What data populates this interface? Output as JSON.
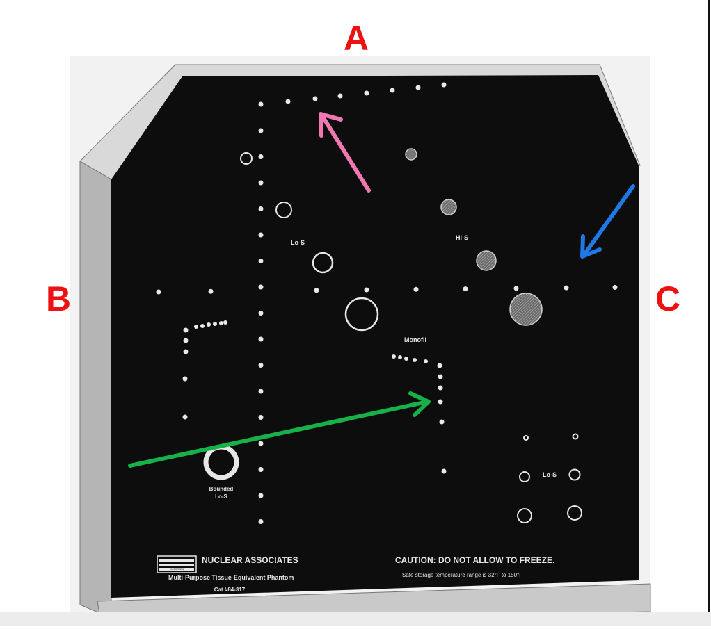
{
  "labels": {
    "a": "A",
    "b": "B",
    "c": "C"
  },
  "phantom": {
    "lo_s": "Lo-S",
    "hi_s": "Hi-S",
    "monofil": "Monofil",
    "bounded_line1": "Bounded",
    "bounded_line2": "Lo-S",
    "lo_s_bottom": "Lo-S",
    "brand": "NUCLEAR ASSOCIATES",
    "product": "Multi-Purpose Tissue-Equivalent Phantom",
    "catalog": "Cat #84-317",
    "caution": "CAUTION: DO NOT ALLOW TO FREEZE.",
    "storage": "Safe storage temperature range is 32°F to 150°F",
    "logo_text": "VICTOREEN"
  },
  "colors": {
    "label_red": "#ee1111",
    "arrow_pink": "#f078b0",
    "arrow_blue": "#1e78e6",
    "arrow_green": "#18b048",
    "panel": "#0d0d0d",
    "frame_light": "#d8d8d8",
    "frame_mid": "#a8a8a8"
  }
}
